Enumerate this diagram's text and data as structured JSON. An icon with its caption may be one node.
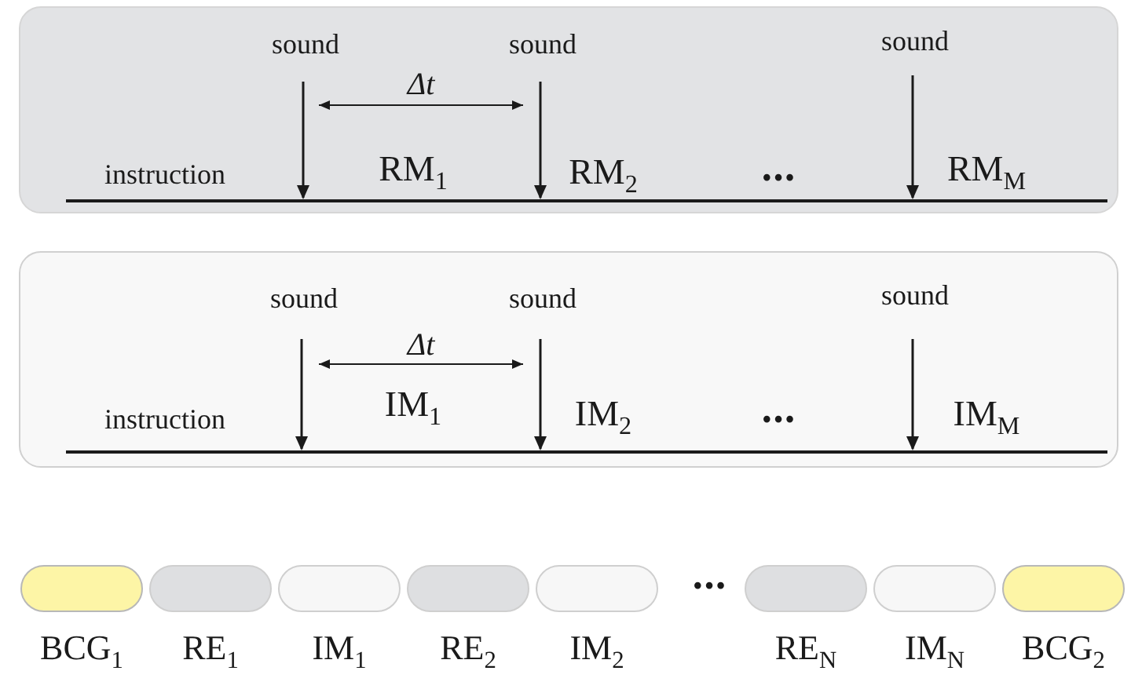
{
  "diagram": {
    "nodes": [
      {
        "text": [],
        "shape": "box"
      },
      {
        "text": [
          "sound"
        ],
        "in": 0
      },
      {
        "text": [
          "sound"
        ],
        "in": 0
      },
      {
        "text": [
          "sound"
        ],
        "in": 0
      },
      {
        "text": [],
        "shape": "box"
      },
      {
        "text": [
          "sound"
        ],
        "in": 4
      },
      {
        "text": [
          "sound"
        ],
        "in": 4
      },
      {
        "text": [
          "sound"
        ],
        "in": 4
      },
      {
        "text": [
          "BCG$_{1}$"
        ]
      },
      {
        "text": [
          "RE$_{1}$"
        ]
      },
      {
        "text": [
          "IM$_{1}$"
        ]
      },
      {
        "text": [
          "RE$_{2}$"
        ]
      },
      {
        "text": [
          "IM$_{2}$"
        ]
      },
      {
        "text": [
          "RE$_{N}$"
        ]
      },
      {
        "text": [
          "IM$_{N}$"
        ]
      },
      {
        "text": [
          "BCG$_{2}$"
        ]
      }
    ],
    "edges": [
      {
        "from": 1,
        "to": null,
        "arrow": "to"
      },
      {
        "from": 2,
        "to": null,
        "arrow": "to"
      },
      {
        "from": 3,
        "to": null,
        "arrow": "to"
      },
      {
        "from": 5,
        "to": null,
        "arrow": "to"
      },
      {
        "from": 6,
        "to": null,
        "arrow": "to"
      },
      {
        "from": 7,
        "to": null,
        "arrow": "to"
      }
    ],
    "labels": [
      "Δt",
      "instruction",
      "RM$_{1}$",
      "RM$_{2}$",
      "•••",
      "RM$_{M}$",
      "Δt",
      "instruction",
      "IM$_{1}$",
      "IM$_{2}$",
      "•••",
      "IM$_{M}$",
      "•••"
    ]
  }
}
